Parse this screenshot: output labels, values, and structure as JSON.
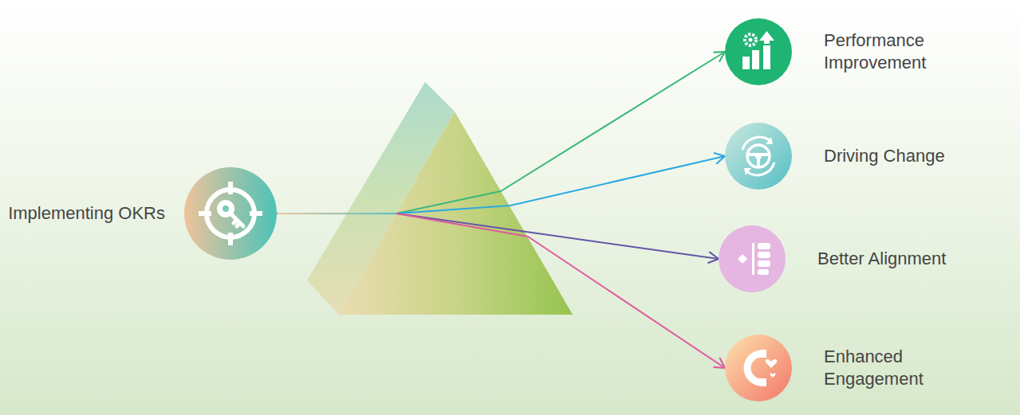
{
  "diagram": {
    "nodes": [
      {
        "text": [
          "Implementing OKRs"
        ]
      },
      {
        "text": [
          "Performance Improvement"
        ]
      },
      {
        "text": [
          "Driving Change"
        ]
      },
      {
        "text": [
          "Better Alignment"
        ]
      },
      {
        "text": [
          "Enhanced Engagement"
        ]
      }
    ],
    "edges": [
      {
        "from": 0,
        "to": 1,
        "arrow": "to"
      },
      {
        "from": 0,
        "to": 2,
        "arrow": "to"
      },
      {
        "from": 0,
        "to": 3,
        "arrow": "to"
      },
      {
        "from": 0,
        "to": 4,
        "arrow": "to"
      }
    ]
  }
}
